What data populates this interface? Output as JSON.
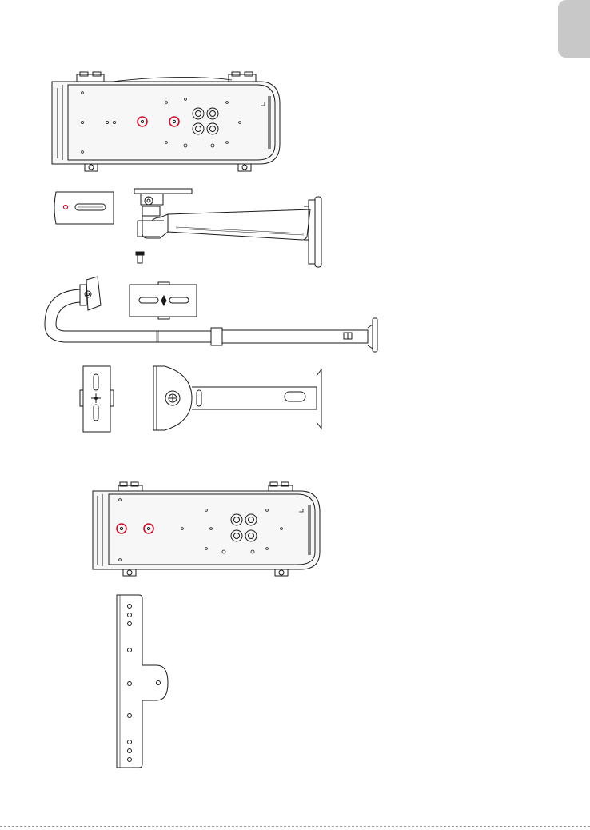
{
  "colors": {
    "line": "#1a1a1a",
    "highlight": "#c8102e",
    "tab": "#c8c8c8",
    "housing_fill": "#f4f4f4"
  },
  "figures": [
    "housing-top-view",
    "bracket-plate-top-view",
    "wall-mount-bracket",
    "bracket-screw",
    "gooseneck-pole-mount",
    "pole-adapter-plate",
    "adapter-plate-vertical",
    "short-arm-bracket",
    "housing-bottom-view",
    "t-mounting-bar"
  ]
}
